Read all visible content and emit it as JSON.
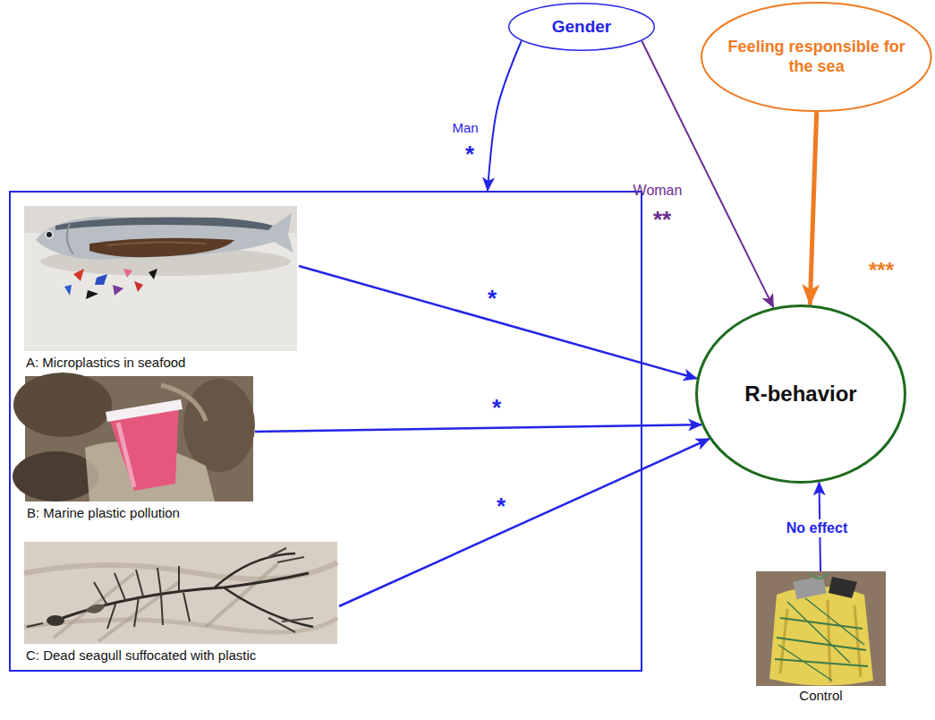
{
  "diagram": {
    "nodes": [
      {
        "text": [
          "Gender"
        ]
      },
      {
        "text": [
          "Feeling responsible for the sea"
        ]
      },
      {
        "text": []
      },
      {
        "text": [
          "A: Microplastics in seafood"
        ],
        "in": 2
      },
      {
        "text": [
          "B: Marine plastic pollution"
        ],
        "in": 2
      },
      {
        "text": [
          "C: Dead seagull suffocated with plastic"
        ],
        "in": 2
      },
      {
        "text": [
          "R-behavior"
        ]
      },
      {
        "text": [
          "Control"
        ]
      }
    ],
    "edges": [
      {
        "from": 0,
        "to": 2,
        "arrow": "to",
        "label": "Man"
      },
      {
        "from": 0,
        "to": 6,
        "arrow": "to",
        "label": "Woman"
      },
      {
        "from": 1,
        "to": 6,
        "arrow": "to",
        "label": "***"
      },
      {
        "from": 3,
        "to": 6,
        "arrow": "to",
        "label": "*"
      },
      {
        "from": 4,
        "to": 6,
        "arrow": "to",
        "label": "*"
      },
      {
        "from": 5,
        "to": 6,
        "arrow": "to",
        "label": "*"
      },
      {
        "from": 7,
        "to": 6,
        "arrow": "to",
        "label": "No effect"
      }
    ],
    "labels": [
      "*",
      "**"
    ]
  }
}
